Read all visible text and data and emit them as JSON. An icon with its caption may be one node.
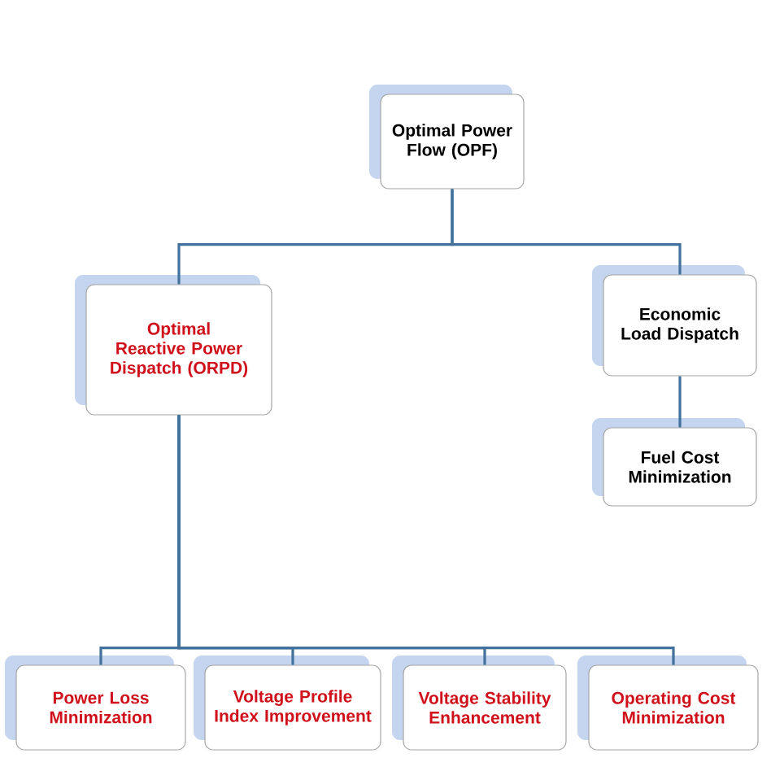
{
  "diagram": {
    "nodes": [
      {
        "text": [
          "Optimal Power Flow (OPF)"
        ]
      },
      {
        "text": [
          "Optimal Reactive Power Dispatch (ORPD)"
        ]
      },
      {
        "text": [
          "Economic Load Dispatch"
        ]
      },
      {
        "text": [
          "Fuel Cost Minimization"
        ]
      },
      {
        "text": [
          "Power Loss Minimization"
        ]
      },
      {
        "text": [
          "Voltage Profile Index Improvement"
        ]
      },
      {
        "text": [
          "Voltage Stability Enhancement"
        ]
      },
      {
        "text": [
          "Operating Cost Minimization"
        ]
      }
    ],
    "edges": [
      {
        "from": 0,
        "to": 1,
        "arrow": "none"
      },
      {
        "from": 0,
        "to": 2,
        "arrow": "none"
      },
      {
        "from": 2,
        "to": 3,
        "arrow": "none"
      },
      {
        "from": 1,
        "to": 4,
        "arrow": "none"
      },
      {
        "from": 1,
        "to": 5,
        "arrow": "none"
      },
      {
        "from": 1,
        "to": 6,
        "arrow": "none"
      },
      {
        "from": 1,
        "to": 7,
        "arrow": "none"
      }
    ]
  }
}
